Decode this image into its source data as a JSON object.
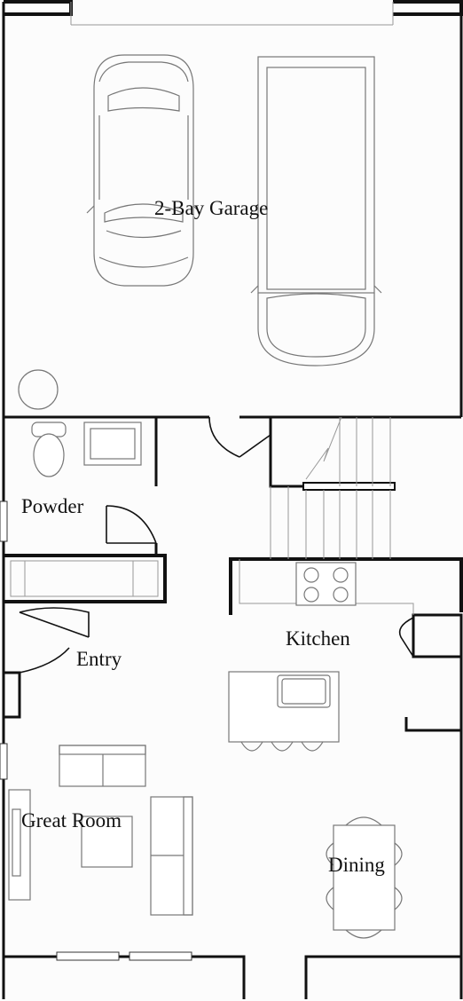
{
  "floor_plan": {
    "rooms": {
      "garage": "2-Bay Garage",
      "powder": "Powder",
      "entry": "Entry",
      "kitchen": "Kitchen",
      "great_room": "Great Room",
      "dining": "Dining"
    }
  },
  "colors": {
    "wall": "#111111",
    "fixture": "#777777",
    "background": "#ffffff"
  }
}
